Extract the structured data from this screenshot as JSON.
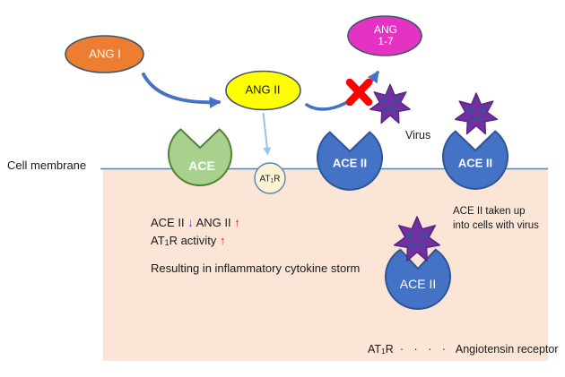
{
  "labels": {
    "cell_membrane": "Cell membrane",
    "virus": "Virus"
  },
  "molecules": {
    "ang1": "ANG I",
    "ang2": "ANG II",
    "ang17_line1": "ANG",
    "ang17_line2": "1-7",
    "ace": "ACE",
    "ace2": "ACE II"
  },
  "receptor": {
    "pre": "AT",
    "sub": "1",
    "post": "R"
  },
  "cell_text": {
    "line1": {
      "t1": "ACE II ",
      "down": "↓",
      "t2": " ANG II ",
      "up": "↑"
    },
    "line2": {
      "pre": "AT",
      "sub": "1",
      "post": "R activity ",
      "up": "↑"
    },
    "line3": "Resulting in inflammatory cytokine storm"
  },
  "uptake_note": {
    "line1": "ACE II taken up",
    "line2": "into cells with virus"
  },
  "legend": {
    "pre": "AT",
    "sub": "1",
    "post": "R",
    "dots": "· · · ·",
    "label": "Angiotensin receptor"
  },
  "colors": {
    "ang1_fill": "#ED7D31",
    "ang2_fill": "#FFFF00",
    "ang17_fill": "#E433C3",
    "ace_fill": "#A9D18E",
    "ace_border": "#538135",
    "ace2_fill": "#4472C4",
    "ace2_border": "#2F5597",
    "virus_fill": "#7030A0",
    "virus_face": "#2E5496",
    "cell_interior": "#FBE5D6",
    "membrane_line": "#5B84B1",
    "at1r_fill": "#FCF3D4",
    "arrow_blue": "#4472C4",
    "arrow_light_blue": "#9DC3E6",
    "blocked_cross": "#FF0000"
  }
}
